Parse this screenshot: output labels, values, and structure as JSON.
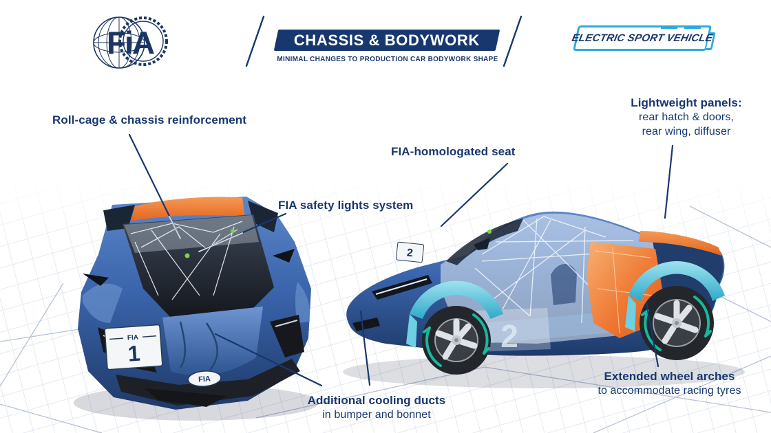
{
  "theme": {
    "navy": "#17376E",
    "cyan": "#29ABE2",
    "orange": "#EE7A35",
    "teal": "#17B89E",
    "car_body_blue": "#3E6CB5",
    "glass_dark": "#1A1E26",
    "grid_accent": "#AAB8D4"
  },
  "header": {
    "logo_text": "FiA",
    "title": "CHASSIS & BODYWORK",
    "subtitle": "MINIMAL CHANGES TO PRODUCTION CAR BODYWORK SHAPE",
    "badge": "ELECTRIC SPORT VEHICLE"
  },
  "callouts": {
    "roll_cage": {
      "label": "Roll-cage & chassis reinforcement"
    },
    "safety_lights": {
      "label": "FIA safety lights system"
    },
    "seat": {
      "label": "FIA-homologated seat"
    },
    "lightweight": {
      "title": "Lightweight panels:",
      "line2": "rear hatch & doors,",
      "line3": "rear wing, diffuser"
    },
    "cooling": {
      "title": "Additional cooling ducts",
      "line2": "in bumper and bonnet"
    },
    "arches": {
      "title": "Extended wheel arches",
      "line2": "to accommodate racing tyres"
    }
  },
  "cars": {
    "front_car": {
      "race_number": "1",
      "plate_header": "FIA",
      "nose_badge": "FIA"
    },
    "side_car": {
      "race_number": "2",
      "sill_number": "2"
    }
  }
}
